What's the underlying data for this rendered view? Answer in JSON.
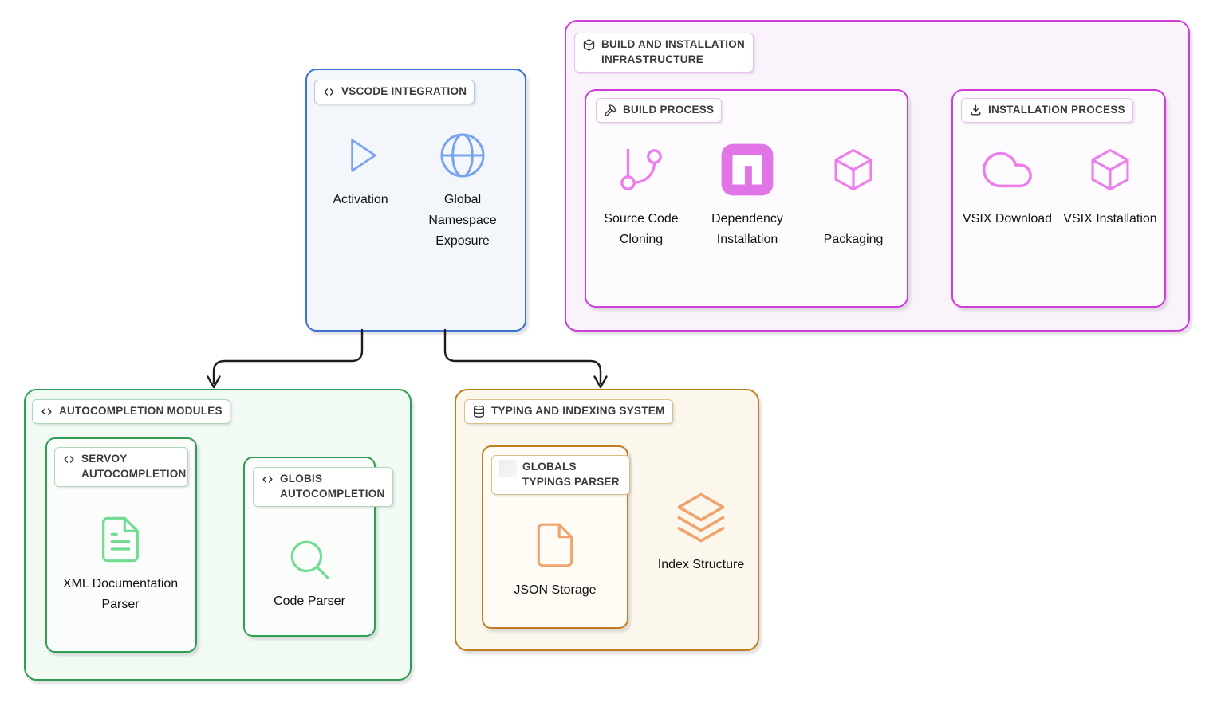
{
  "groups": {
    "vscode": {
      "title": "VSCODE INTEGRATION",
      "items": {
        "activation": "Activation",
        "global_namespace": "Global Namespace Exposure"
      }
    },
    "build_infrastructure": {
      "title": "BUILD AND INSTALLATION INFRASTRUCTURE",
      "build_process": {
        "title": "BUILD PROCESS",
        "items": {
          "source_code_cloning": "Source Code Cloning",
          "dependency_installation": "Dependency Installation",
          "packaging": "Packaging"
        }
      },
      "installation_process": {
        "title": "INSTALLATION PROCESS",
        "items": {
          "vsix_download": "VSIX Download",
          "vsix_installation": "VSIX Installation"
        }
      }
    },
    "autocompletion_modules": {
      "title": "AUTOCOMPLETION MODULES",
      "servoy": {
        "title": "SERVOY AUTOCOMPLETION",
        "items": {
          "xml_documentation_parser": "XML Documentation Parser"
        }
      },
      "globis": {
        "title": "GLOBIS AUTOCOMPLETION",
        "items": {
          "code_parser": "Code Parser"
        }
      }
    },
    "typing_indexing": {
      "title": "TYPING AND INDEXING SYSTEM",
      "globals_typings_parser": {
        "title": "GLOBALS TYPINGS PARSER",
        "items": {
          "json_storage": "JSON Storage"
        }
      },
      "items": {
        "index_structure": "Index Structure"
      }
    }
  },
  "connections": [
    {
      "from": "VSCODE INTEGRATION",
      "to": "AUTOCOMPLETION MODULES"
    },
    {
      "from": "VSCODE INTEGRATION",
      "to": "TYPING AND INDEXING SYSTEM"
    }
  ],
  "icons": {
    "vscode_title": "code-icon",
    "build_infrastructure_title": "package-icon",
    "build_process_title": "hammer-icon",
    "installation_process_title": "download-icon",
    "autocompletion_modules_title": "code-icon",
    "servoy_title": "code-icon",
    "globis_title": "code-icon",
    "typing_indexing_title": "database-icon",
    "globals_typings_parser_title": "faded-placeholder-icon",
    "activation": "play-icon",
    "global_namespace": "globe-icon",
    "source_code_cloning": "git-branch-icon",
    "dependency_installation": "npm-icon",
    "packaging": "package-icon",
    "vsix_download": "cloud-icon",
    "vsix_installation": "package-icon",
    "xml_documentation_parser": "file-text-icon",
    "code_parser": "search-icon",
    "json_storage": "file-icon",
    "index_structure": "layers-icon"
  },
  "colors": {
    "ink": "#121212",
    "title_ink": "#3b3b3b",
    "icon_ink": "#2e2e2e",
    "arrow": "#1d1d1d",
    "blue": "#3a72cf",
    "blue_fill": "#f3f6fb",
    "blue_icon": "#78a4ee",
    "blue_light": "#b6c9ec",
    "pink": "#cb3fd6",
    "pink_fill": "#fbf3fc",
    "pink_inner": "#fefbff",
    "pink_icon": "#ec7eec",
    "pink_npm": "#e175e7",
    "pink_light": "#edbdf0",
    "green": "#2f9e52",
    "green_fill": "#f1faf3",
    "green_inner": "#fbfdfb",
    "green_icon": "#6fdc92",
    "green_light": "#abd9ba",
    "orange": "#bf7d20",
    "orange_fill": "#fbf7ec",
    "orange_inner": "#fefcf5",
    "orange_icon": "#efa36e",
    "orange_light": "#dcbd85"
  }
}
